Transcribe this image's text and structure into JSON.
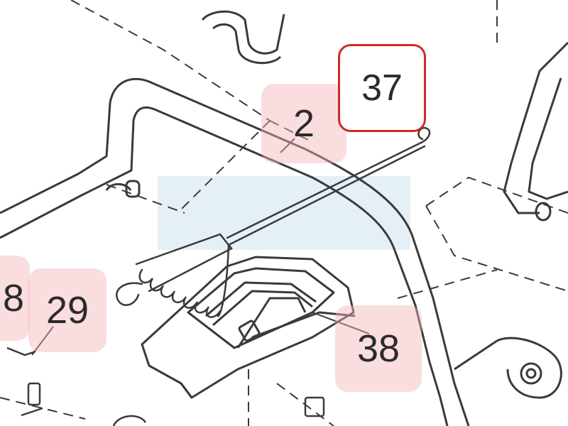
{
  "diagram": {
    "callouts": [
      {
        "id": "c-37",
        "label": "37",
        "selected": true
      },
      {
        "id": "c-2",
        "label": "2",
        "selected": false
      },
      {
        "id": "c-29",
        "label": "29",
        "selected": false
      },
      {
        "id": "c-38",
        "label": "38",
        "selected": false
      },
      {
        "id": "c-8",
        "label": "8",
        "selected": false
      }
    ]
  },
  "colors": {
    "line": "#3a3a3a",
    "highlight": "#f5b4b9",
    "selected_border": "#cc2a2a",
    "watermark": "#cfe3ee"
  }
}
